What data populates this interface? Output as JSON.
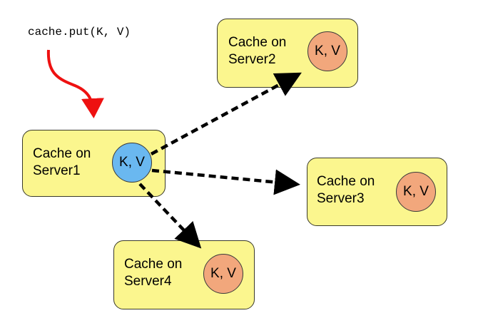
{
  "diagram": {
    "call_label": "cache.put(K, V)",
    "colors": {
      "box_fill": "#fbf68e",
      "source_circle": "#6ab8f0",
      "replica_circle": "#f2a77c",
      "call_arrow": "#ee1111",
      "replication_arrow": "#000000"
    },
    "nodes": [
      {
        "id": "server1",
        "label": "Cache on\nServer1",
        "entry": "K, V",
        "role": "source"
      },
      {
        "id": "server2",
        "label": "Cache on\nServer2",
        "entry": "K, V",
        "role": "replica"
      },
      {
        "id": "server3",
        "label": "Cache on\nServer3",
        "entry": "K, V",
        "role": "replica"
      },
      {
        "id": "server4",
        "label": "Cache on\nServer4",
        "entry": "K, V",
        "role": "replica"
      }
    ],
    "edges": [
      {
        "from": "client",
        "to": "server1",
        "style": "solid-curved",
        "color": "red"
      },
      {
        "from": "server1",
        "to": "server2",
        "style": "dashed"
      },
      {
        "from": "server1",
        "to": "server3",
        "style": "dashed"
      },
      {
        "from": "server1",
        "to": "server4",
        "style": "dashed"
      }
    ]
  }
}
